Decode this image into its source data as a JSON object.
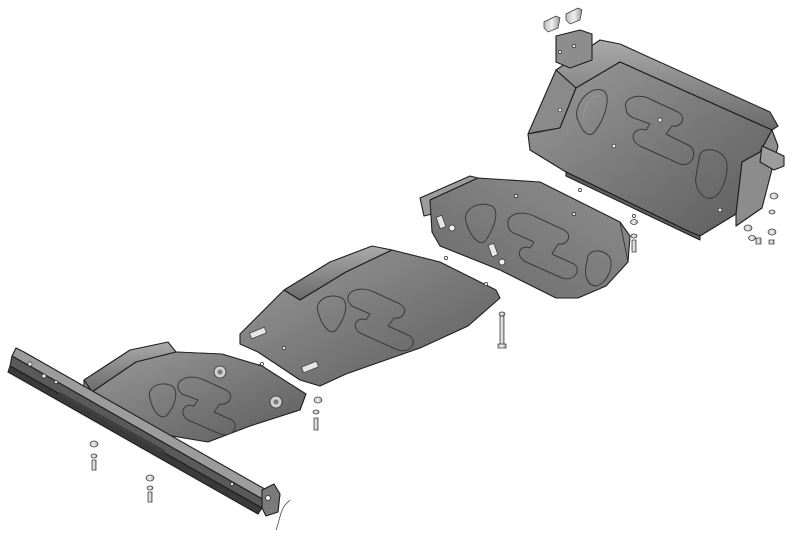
{
  "diagram": {
    "colors": {
      "plate_fill": "#7a7a7a",
      "plate_dark": "#4f4f4f",
      "plate_light": "#a4a4a4",
      "outline": "#1e1e1e",
      "hardware": "#c9c9c9",
      "background": "#ffffff"
    },
    "parts": [
      {
        "id": "front-crossmember-bar"
      },
      {
        "id": "front-skid-plate"
      },
      {
        "id": "engine-skid-plate"
      },
      {
        "id": "transmission-skid-plate"
      },
      {
        "id": "transfer-case-skid-plate"
      }
    ],
    "hardware": [
      {
        "id": "bolt-set-front-left"
      },
      {
        "id": "bolt-set-front-center"
      },
      {
        "id": "bolt-set-front-right"
      },
      {
        "id": "bolt-set-engine"
      },
      {
        "id": "bolt-set-transmission"
      },
      {
        "id": "bolt-set-transfer-case"
      },
      {
        "id": "top-brackets"
      },
      {
        "id": "retaining-clip"
      }
    ]
  }
}
